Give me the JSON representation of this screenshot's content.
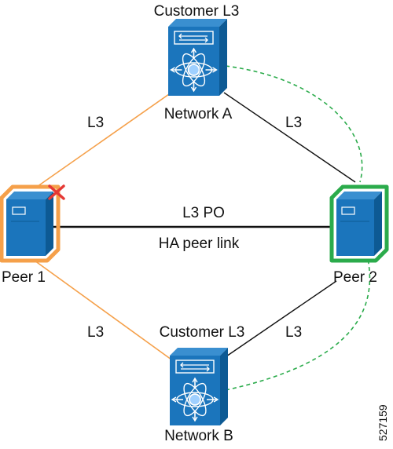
{
  "diagram": {
    "figure_id": "527159",
    "nodes": {
      "network_a": {
        "top_label": "Customer L3",
        "bottom_label": "Network A"
      },
      "network_b": {
        "top_label": "Customer L3",
        "bottom_label": "Network B"
      },
      "peer_1": {
        "label": "Peer 1",
        "status": "failed"
      },
      "peer_2": {
        "label": "Peer 2",
        "status": "active"
      }
    },
    "links": {
      "peer1_network_a": {
        "label": "L3"
      },
      "network_a_peer2": {
        "label": "L3"
      },
      "peer_link_upper": {
        "label": "L3 PO"
      },
      "peer_link_lower": {
        "label": "HA peer link"
      },
      "peer1_network_b": {
        "label": "L3"
      },
      "network_b_peer2": {
        "label": "L3"
      }
    },
    "colors": {
      "device_blue": "#1b75bc",
      "device_side": "#0d5a94",
      "device_top": "#3a8fd0",
      "failed_outline": "#f5a04a",
      "active_outline": "#2bab4b",
      "orange_link": "#f5a04a",
      "black_link": "#111111",
      "green_dashed": "#2bab4b",
      "fail_mark": "#e53935"
    }
  }
}
